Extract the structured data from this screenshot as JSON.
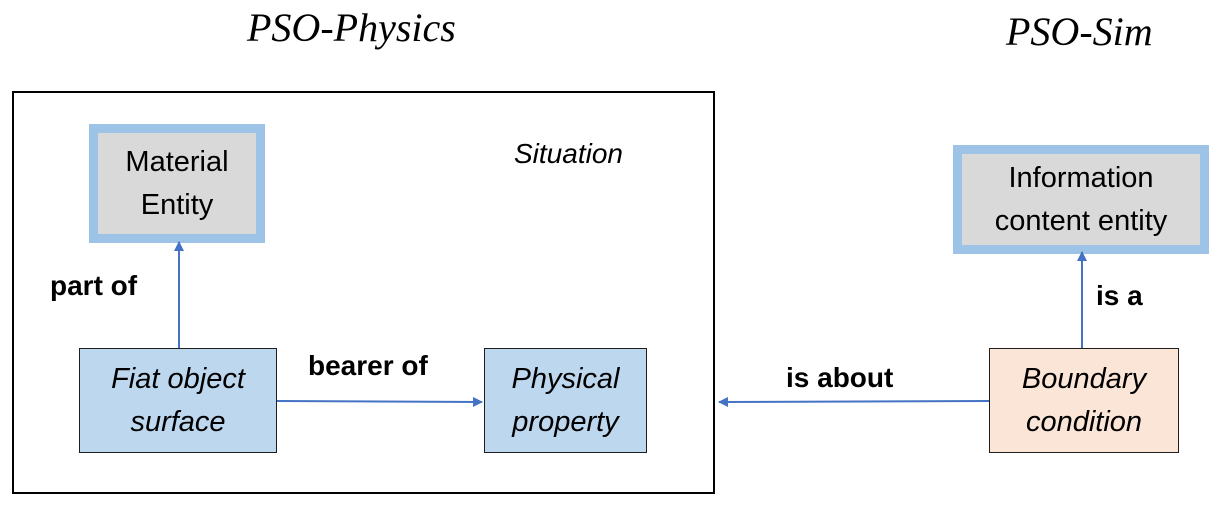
{
  "titles": {
    "physics": "PSO-Physics",
    "sim": "PSO-Sim"
  },
  "situation": {
    "label": "Situation"
  },
  "nodes": {
    "material_entity": {
      "line1": "Material",
      "line2": "Entity"
    },
    "fiat_object_surface": {
      "line1": "Fiat object",
      "line2": "surface"
    },
    "physical_property": {
      "line1": "Physical",
      "line2": "property"
    },
    "information_content_entity": {
      "line1": "Information",
      "line2": "content entity"
    },
    "boundary_condition": {
      "line1": "Boundary",
      "line2": "condition"
    }
  },
  "relations": {
    "part_of": "part of",
    "bearer_of": "bearer of",
    "is_about": "is about",
    "is_a": "is a"
  },
  "colors": {
    "arrow": "#4472c4",
    "class_fill": "#d9d9d9",
    "class_border": "#9dc3e6",
    "instance_fill": "#bdd7ee",
    "sim_instance_fill": "#fbe5d6"
  }
}
